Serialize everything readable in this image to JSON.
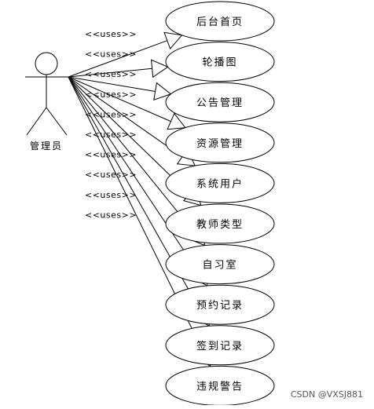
{
  "diagram": {
    "actor": {
      "label": "管理员"
    },
    "relation_label": "<<uses>>",
    "use_cases": [
      {
        "label": "后台首页"
      },
      {
        "label": "轮播图"
      },
      {
        "label": "公告管理"
      },
      {
        "label": "资源管理"
      },
      {
        "label": "系统用户"
      },
      {
        "label": "教师类型"
      },
      {
        "label": "自习室"
      },
      {
        "label": "预约记录"
      },
      {
        "label": "签到记录"
      },
      {
        "label": "违规警告"
      }
    ]
  },
  "watermark": "CSDN @VXSJ881"
}
